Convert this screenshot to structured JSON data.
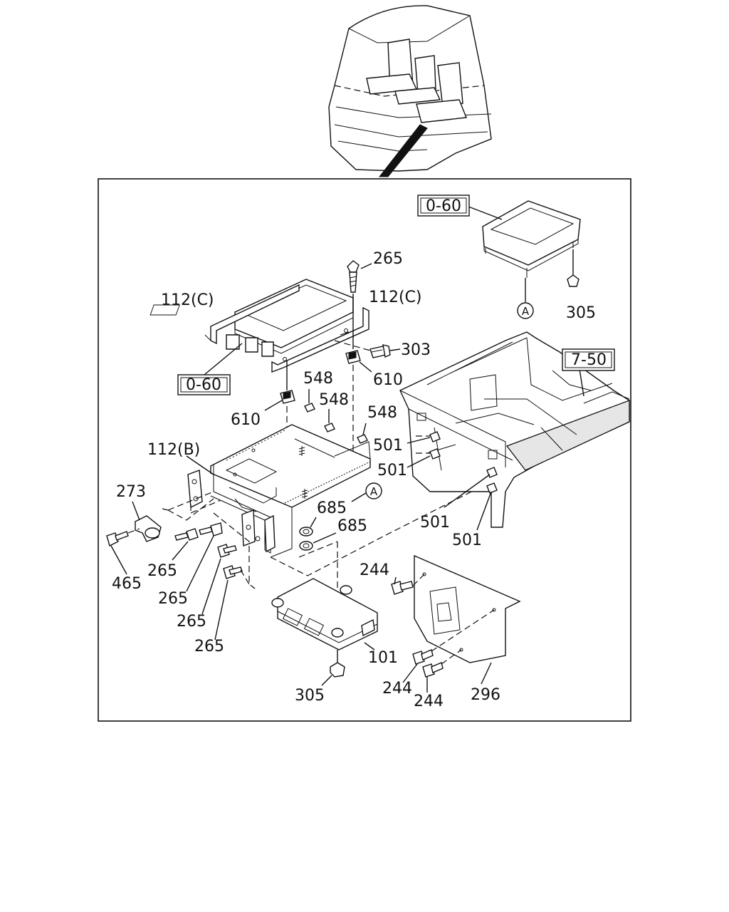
{
  "reference_boxes": {
    "ref_top": "0-60",
    "ref_left": "0-60",
    "ref_right": "7-50"
  },
  "callouts": {
    "c_265_top": "265",
    "c_112c_left": "112(C)",
    "c_112c_right": "112(C)",
    "c_303": "303",
    "c_610_right": "610",
    "c_610_left": "610",
    "c_548_a": "548",
    "c_548_b": "548",
    "c_548_c": "548",
    "c_112b": "112(B)",
    "c_273": "273",
    "c_465": "465",
    "c_265_a": "265",
    "c_265_b": "265",
    "c_265_c": "265",
    "c_265_d": "265",
    "c_685_a": "685",
    "c_685_b": "685",
    "c_501_a": "501",
    "c_501_b": "501",
    "c_501_c": "501",
    "c_501_d": "501",
    "c_305_top": "305",
    "c_305_bottom": "305",
    "c_244_a": "244",
    "c_244_b": "244",
    "c_244_c": "244",
    "c_101": "101",
    "c_296": "296"
  },
  "markers": {
    "marker_a_top": "A",
    "marker_a_mid": "A"
  }
}
